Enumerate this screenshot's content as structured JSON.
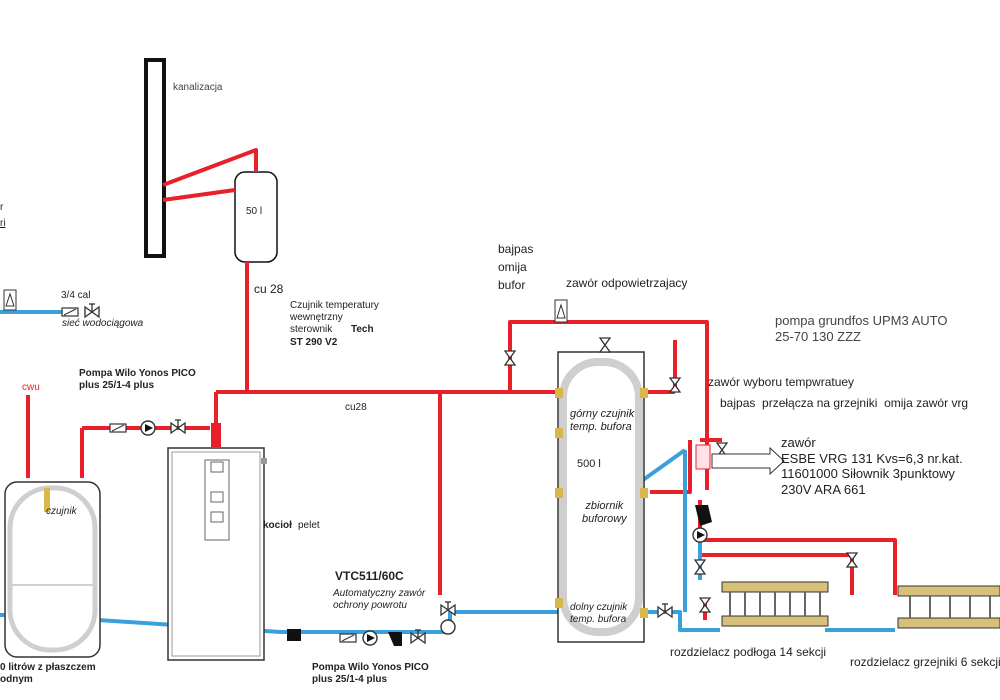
{
  "labels": {
    "sewer": "kanalizacja",
    "expansion_vessel": "50 l",
    "pipe_cu28_top": "cu 28",
    "sensor_note": "Czujnik temperatury\nwewnętrzny\nsterownik",
    "controller_brand": "Tech",
    "controller_model": "ST 290 V2",
    "pipe_cu28_mid": "cu28",
    "bypass_buffer": "bajpas\nomija\nbufor",
    "air_vent": "zawór odpowietrzajacy",
    "grundfos_pump": "pompa grundfos UPM3 AUTO\n25-70 130 ZZZ",
    "return_selector": "zawór wyboru tempwratuey",
    "bypass_radiators": "bajpas  przełącza na grzejniki  omija zawór vrg",
    "esbe_valve": "zawór\nESBE VRG 131 Kvs=6,3 nr.kat.\n11601000 Siłownik 3punktowy\n230V ARA 661",
    "connection_size": "3/4 cal",
    "water_mains": "sieć wodociągowa",
    "hot_water": "cwu",
    "pump_top": "Pompa Wilo Yonos PICO\nplus 25/1-4 plus",
    "boiler": "kocioł",
    "boiler_fuel": "pelet",
    "dhw_sensor": "czujnik",
    "dhw_tank": "0 litrów z płaszczem\nodnym",
    "vtc_model": "VTC511/60C",
    "vtc_desc": "Automatyczny zawór\nochrony powrotu",
    "pump_bottom": "Pompa Wilo Yonos PICO\nplus 25/1-4 plus",
    "buffer_top_sensor": "górny czujnik\ntemp. bufora",
    "buffer_volume": "500 l",
    "buffer_tank": "zbiornik\nbuforowy",
    "buffer_bottom_sensor": "dolny czujnik\ntemp. bufora",
    "floor_manifold": "rozdzielacz podłoga 14 sekcji",
    "radiator_manifold": "rozdzielacz grzejniki 6 sekcji",
    "left_edge_r": "r",
    "left_edge_ri": "ri"
  },
  "colors": {
    "supply": "#e8202a",
    "return": "#3aa0dc",
    "tank_jacket": "#cfcfcf",
    "sensor": "#d8b84a",
    "device": "#111111"
  }
}
